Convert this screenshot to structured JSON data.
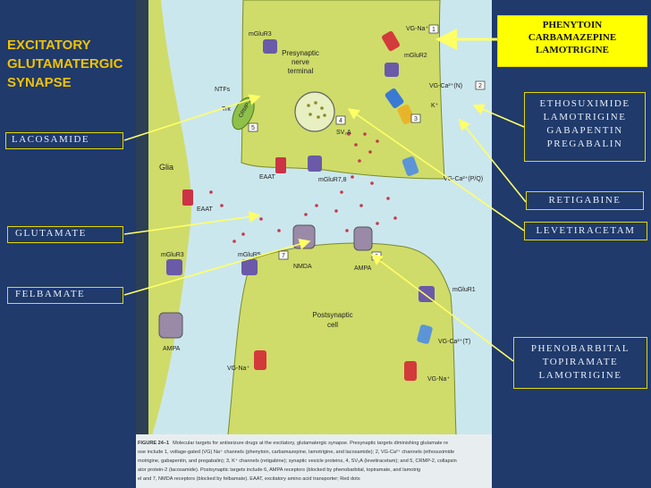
{
  "slide_title": [
    "EXCITATORY",
    "GLUTAMATERGIC",
    "SYNAPSE"
  ],
  "callouts": {
    "lacosamide": "LACOSAMIDE",
    "glutamate": "GLUTAMATE",
    "felbamate": "FELBAMATE",
    "phenytoin_group": [
      "PHENYTOIN",
      "CARBAMAZEPINE",
      "LAMOTRIGINE"
    ],
    "ethosuximide_group": [
      "ETHOSUXIMIDE",
      "LAMOTRIGINE",
      "GABAPENTIN",
      "PREGABALIN"
    ],
    "retigabine": "RETIGABINE",
    "levetiracetam": "LEVETIRACETAM",
    "phenobarbital_group": [
      "PHENOBARBITAL",
      "TOPIRAMATE",
      "LAMOTRIGINE"
    ]
  },
  "diagram_labels": {
    "glia": "Glia",
    "presynaptic": [
      "Presynaptic",
      "nerve",
      "terminal"
    ],
    "postsynaptic": [
      "Postsynaptic",
      "cell"
    ],
    "ntfs": "NTFs",
    "trk": "Trk",
    "crmp2": "CRMP-2",
    "mglur3_top": "mGluR3",
    "mglur2": "mGluR2",
    "vgna_top": "VG-Na⁺",
    "vgca_n": "VG-Ca²⁺(N)",
    "k": "K⁺",
    "vgca_pq": "VG-Ca²⁺(P/Q)",
    "eaat_pre": "EAAT",
    "eaat_glia": "EAAT",
    "mglur78": "mGluR7,8",
    "sv2a": "SV₂A",
    "nmda": "NMDA",
    "ampa_post": "AMPA",
    "mglur3_glia": "mGluR3",
    "mglur5": "mGluR5",
    "ampa_glia": "AMPA",
    "mglur1": "mGluR1",
    "vgca_t": "VG-Ca²⁺(T)",
    "vgna_left": "VG-Na⁺",
    "vgna_right": "VG-Na⁺",
    "num1": "1",
    "num2": "2",
    "num3": "3",
    "num4": "4",
    "num5": "5",
    "num6": "6",
    "num7": "7"
  },
  "caption": {
    "line1_bold": "FIGURE 24–1",
    "line1": "Molecular targets for antiseizure drugs at the excitatory, glutamatergic synapse. Presynaptic targets diminishing glutamate re",
    "line2": "ose include 1, voltage-gated (VG) Na⁺ channels (phenytoin, carbamazepine, lamotrigine, and lacosamide); 2, VG-Ca²⁺ channels (ethosuximide",
    "line3": "motrigine, gabapentin, and pregabalin); 3, K⁺ channels (retigabine); synaptic vesicle proteins, 4, SV₂A (levetiracetam); and 5, CRMP-2, collapsin",
    "line4": "ator protein-2 (lacosamide). Postsynaptic targets include 6, AMPA receptors (blocked by phenobarbital, topiramate, and lamotrig",
    "line5": "el and 7, NMDA receptors (blocked by felbamate). EAAT, excitatory amino acid transporter; Red dots"
  }
}
